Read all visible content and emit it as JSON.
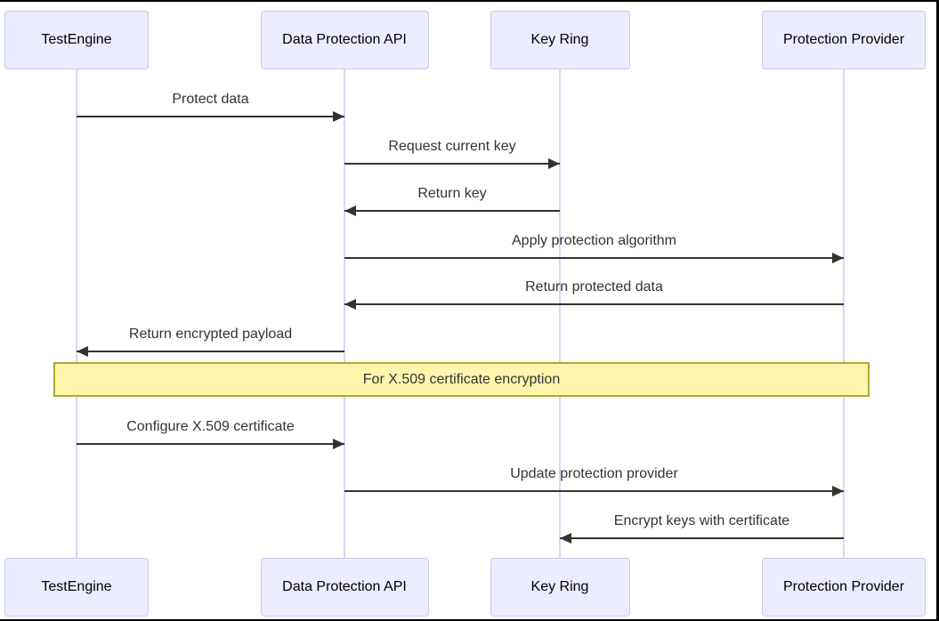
{
  "diagram": {
    "type": "sequence-diagram",
    "colors": {
      "background": "#FFFFFF",
      "frame_border": "#000000",
      "actor_fill": "#ECECFF",
      "actor_border": "#CDC6EE",
      "actor_text": "#000000",
      "lifeline": "#DCD5F0",
      "message_line": "#333333",
      "message_text": "#333333",
      "note_fill": "#FFF5AD",
      "note_border": "#AAAA33"
    },
    "actors": [
      {
        "id": "testengine",
        "label": "TestEngine"
      },
      {
        "id": "data-protection-api",
        "label": "Data Protection API"
      },
      {
        "id": "key-ring",
        "label": "Key Ring"
      },
      {
        "id": "protection-provider",
        "label": "Protection Provider"
      }
    ],
    "events": [
      {
        "type": "message",
        "from": "testengine",
        "to": "data-protection-api",
        "label": "Protect data"
      },
      {
        "type": "message",
        "from": "data-protection-api",
        "to": "key-ring",
        "label": "Request current key"
      },
      {
        "type": "message",
        "from": "key-ring",
        "to": "data-protection-api",
        "label": "Return key"
      },
      {
        "type": "message",
        "from": "data-protection-api",
        "to": "protection-provider",
        "label": "Apply protection algorithm"
      },
      {
        "type": "message",
        "from": "protection-provider",
        "to": "data-protection-api",
        "label": "Return protected data"
      },
      {
        "type": "message",
        "from": "data-protection-api",
        "to": "testengine",
        "label": "Return encrypted payload"
      },
      {
        "type": "note",
        "over": [
          "testengine",
          "protection-provider"
        ],
        "label": "For X.509 certificate encryption"
      },
      {
        "type": "message",
        "from": "testengine",
        "to": "data-protection-api",
        "label": "Configure X.509 certificate"
      },
      {
        "type": "message",
        "from": "data-protection-api",
        "to": "protection-provider",
        "label": "Update protection provider"
      },
      {
        "type": "message",
        "from": "protection-provider",
        "to": "key-ring",
        "label": "Encrypt keys with certificate"
      }
    ]
  }
}
